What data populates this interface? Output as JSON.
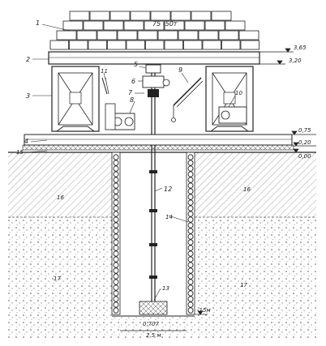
{
  "callouts": {
    "n1": "1",
    "n2": "2",
    "n3": "3",
    "n4": "4",
    "n5": "5",
    "n6": "6",
    "n7": "7",
    "n8": "8",
    "n9": "9",
    "n10": "10",
    "n11": "11",
    "n12": "12",
    "n13": "13",
    "n14": "14",
    "n15": "15",
    "n16": "16",
    "n17": "17"
  },
  "load_label": "75 -50т",
  "elevations": {
    "e365": "3,65",
    "e320": "3,20",
    "e075": "0,75",
    "e020": "0,20",
    "e000": "0,00",
    "e_bottom": "-15м"
  },
  "bottom_dims": {
    "d1": "0,707",
    "d2": "2,5 м"
  },
  "colors": {
    "ink": "#222222",
    "hatch": "#555555",
    "paper": "#ffffff"
  }
}
